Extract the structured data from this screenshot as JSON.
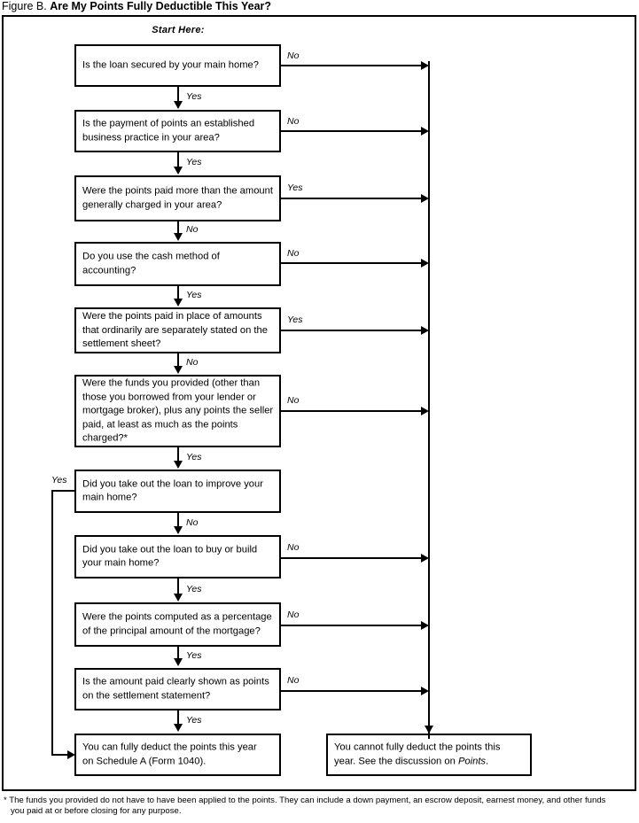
{
  "figure": {
    "label": "Figure B.",
    "title": "Are My Points Fully Deductible This Year?"
  },
  "start_label": "Start Here:",
  "nodes": [
    {
      "id": "q1",
      "text": "Is the loan secured by your main home?"
    },
    {
      "id": "q2",
      "text": "Is the payment of points an established business practice in your area?"
    },
    {
      "id": "q3",
      "text": "Were the points paid more than the amount generally charged in your area?"
    },
    {
      "id": "q4",
      "text": "Do you use the cash method of accounting?"
    },
    {
      "id": "q5",
      "text": "Were the points paid in place of amounts that ordinarily are separately stated on the settlement sheet?"
    },
    {
      "id": "q6",
      "text": "Were the funds you provided (other than those you borrowed from your lender or mortgage broker), plus any points the seller paid, at least as much as the points charged?*"
    },
    {
      "id": "q7",
      "text": "Did you take out the loan to improve your main home?"
    },
    {
      "id": "q8",
      "text": "Did you take out the loan to buy or build your main home?"
    },
    {
      "id": "q9",
      "text": "Were the points computed as a percentage of the principal amount of the mortgage?"
    },
    {
      "id": "q10",
      "text": "Is the amount paid clearly shown as points on the settlement statement?"
    }
  ],
  "outcomes": {
    "deductible_line1": "You can fully deduct the points this year",
    "deductible_line2": "on Schedule A (Form 1040).",
    "not_deductible_line1": "You cannot fully deduct the points this",
    "not_deductible_line2_a": "year. See the discussion on ",
    "not_deductible_line2_italic": "Points",
    "not_deductible_line2_b": "."
  },
  "edges": {
    "q1_down": "Yes",
    "q1_right": "No",
    "q2_down": "Yes",
    "q2_right": "No",
    "q3_down": "No",
    "q3_right": "Yes",
    "q4_down": "Yes",
    "q4_right": "No",
    "q5_down": "No",
    "q5_right": "Yes",
    "q6_down": "Yes",
    "q6_right": "No",
    "q7_down": "No",
    "q7_left": "Yes",
    "q8_down": "Yes",
    "q8_right": "No",
    "q9_down": "Yes",
    "q9_right": "No",
    "q10_down": "Yes",
    "q10_right": "No"
  },
  "footnote": {
    "line1": "* The funds you provided do not have to have been applied to the points. They can include a down payment, an escrow deposit, earnest money, and other funds",
    "line2": "you paid at or before closing for any purpose."
  },
  "colors": {
    "ink": "#000000",
    "paper": "#ffffff"
  }
}
